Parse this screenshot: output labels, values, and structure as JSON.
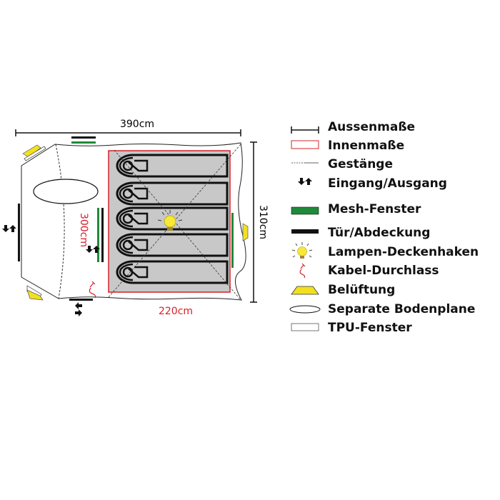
{
  "plan": {
    "outer_width": "390cm",
    "outer_depth": "310cm",
    "inner_width": "220cm",
    "inner_depth": "300cm",
    "sleeping_places": 5
  },
  "colors": {
    "inner_outline": "#d4202a",
    "mesh": "#1f8a3a",
    "door": "#111111",
    "vent": "#f2e01e",
    "lamp": "#f7e83a",
    "floor": "#c8c8c8"
  },
  "legend": [
    {
      "icon": "dimension-line-icon",
      "label": "Aussenmaße"
    },
    {
      "icon": "red-rectangle-icon",
      "label": "Innenmaße"
    },
    {
      "icon": "dashed-line-icon",
      "label": "Gestänge"
    },
    {
      "icon": "entry-arrows-icon",
      "label": "Eingang/Ausgang"
    },
    {
      "icon": "green-bar-icon",
      "label": "Mesh-Fenster"
    },
    {
      "icon": "black-bar-icon",
      "label": "Tür/Abdeckung"
    },
    {
      "icon": "lamp-icon",
      "label": "Lampen-Deckenhaken"
    },
    {
      "icon": "cable-icon",
      "label": "Kabel-Durchlass"
    },
    {
      "icon": "vent-icon",
      "label": "Belüftung"
    },
    {
      "icon": "ellipse-icon",
      "label": "Separate Bodenplane"
    },
    {
      "icon": "tpu-window-icon",
      "label": "TPU-Fenster"
    }
  ]
}
